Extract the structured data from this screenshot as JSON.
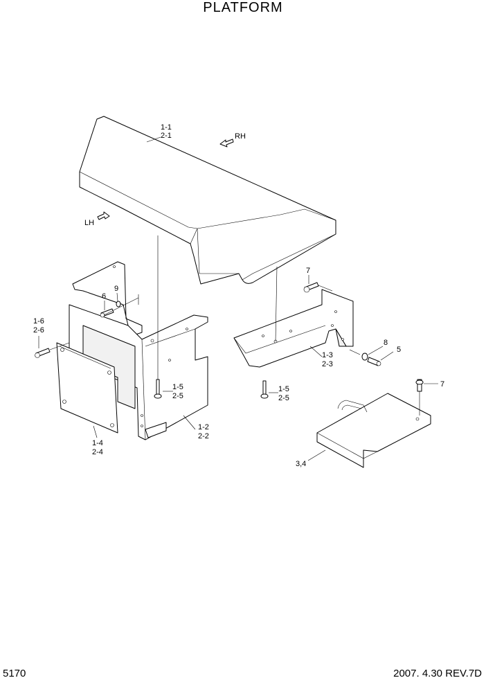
{
  "title": "PLATFORM",
  "page_number": "5170",
  "revision": "2007. 4.30  REV.7D",
  "directions": {
    "rh": "RH",
    "lh": "LH"
  },
  "callouts": {
    "c_1_1": "1-1",
    "c_2_1": "2-1",
    "c_1_2": "1-2",
    "c_2_2": "2-2",
    "c_1_3": "1-3",
    "c_2_3": "2-3",
    "c_1_4": "1-4",
    "c_2_4": "2-4",
    "c_1_5a": "1-5",
    "c_2_5a": "2-5",
    "c_1_5b": "1-5",
    "c_2_5b": "2-5",
    "c_1_6": "1-6",
    "c_2_6": "2-6",
    "c_34": "3,4",
    "c_5": "5",
    "c_6": "6",
    "c_7a": "7",
    "c_7b": "7",
    "c_8": "8",
    "c_9": "9"
  }
}
